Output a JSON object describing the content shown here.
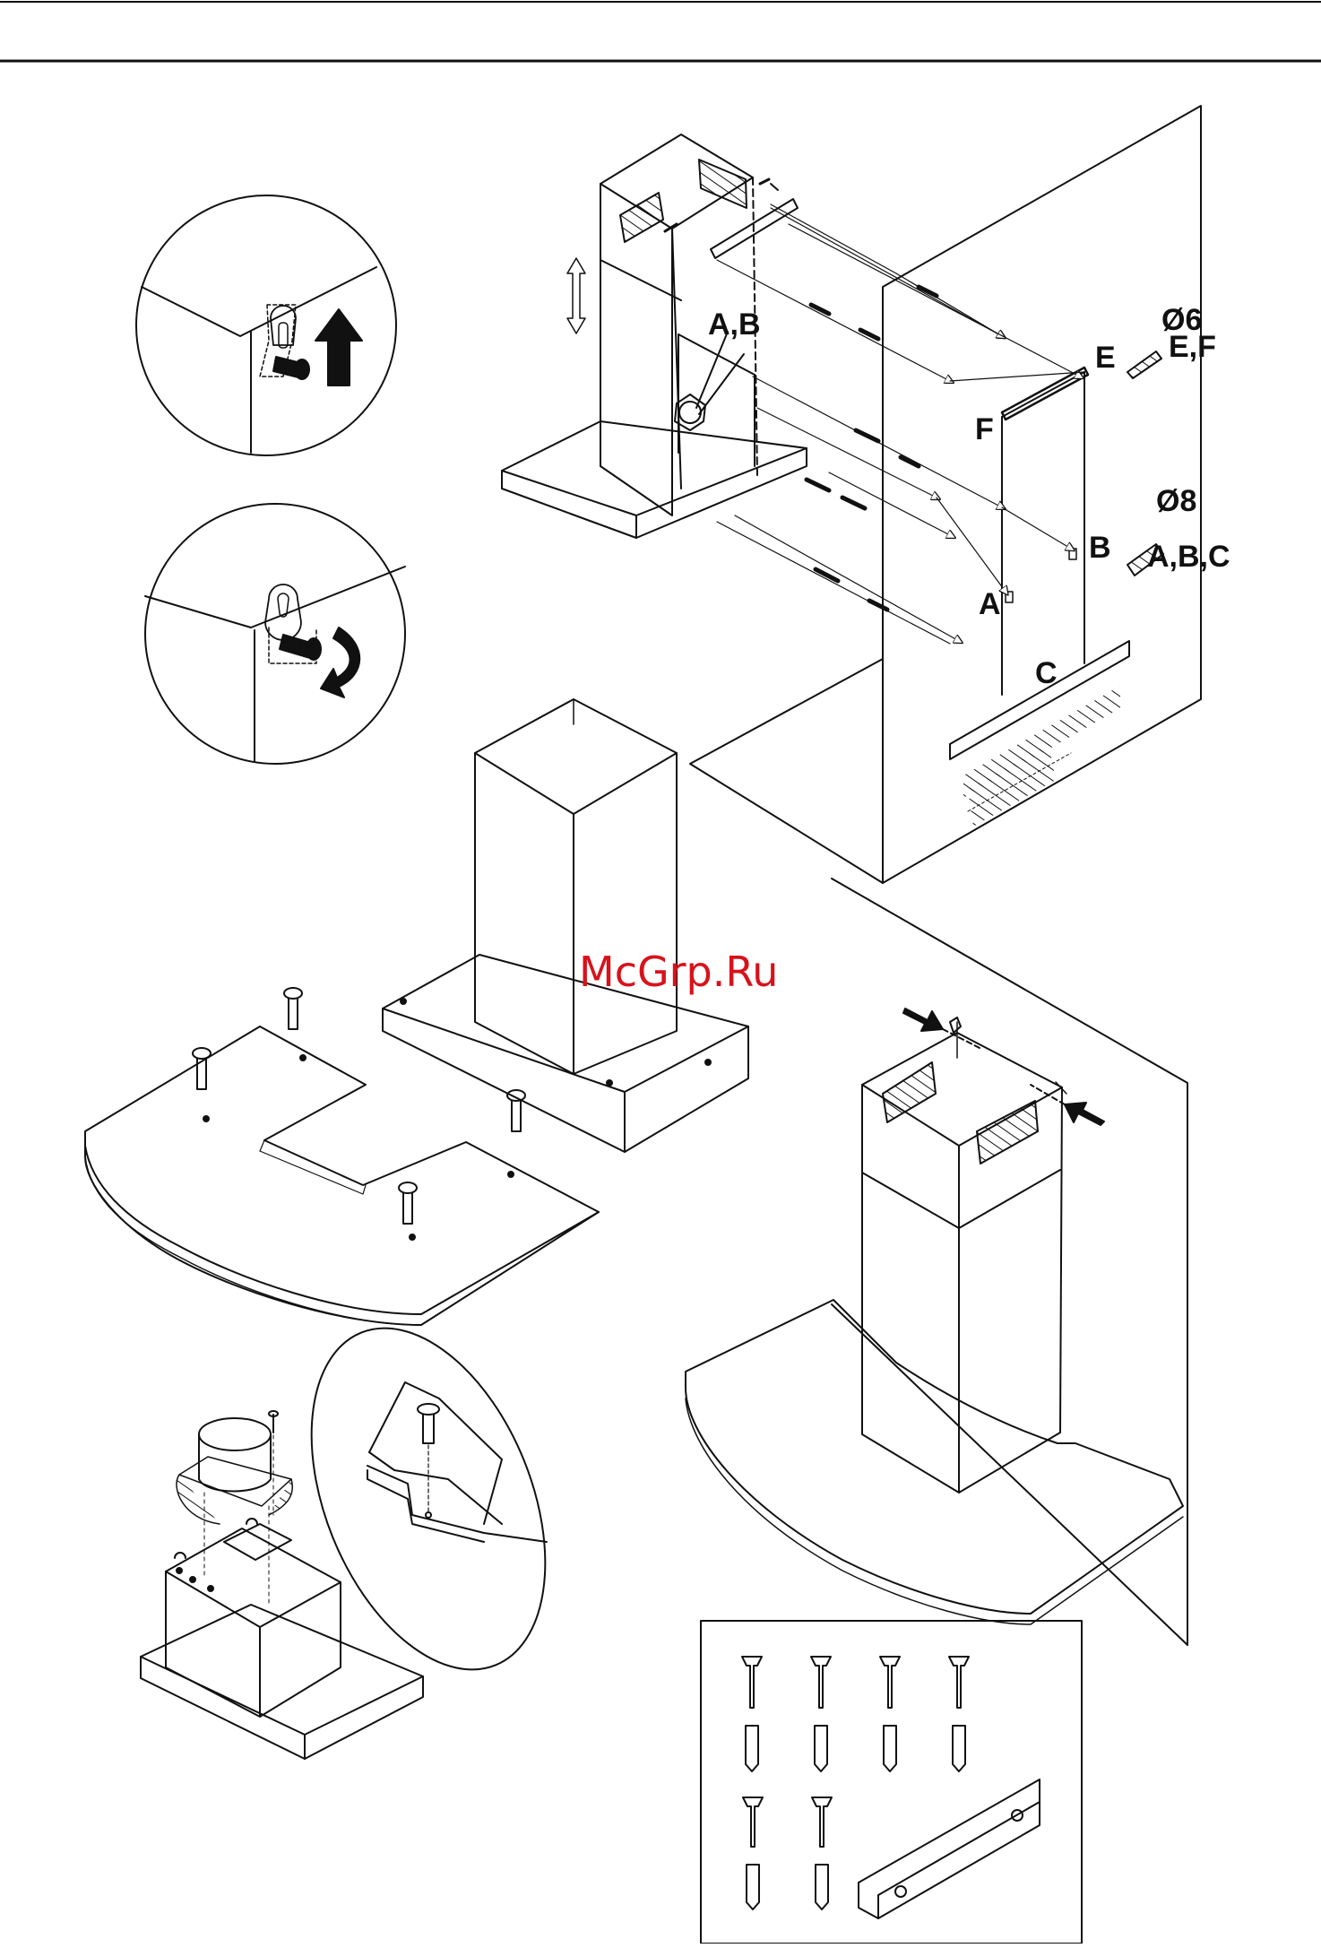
{
  "watermark": "McGrp.Ru",
  "colors": {
    "line": "#111111",
    "watermark": "#d8121b",
    "paper": "#ffffff"
  },
  "labels": {
    "ab_top": "A,B",
    "e": "E",
    "f": "F",
    "a": "A",
    "b": "B",
    "c": "C",
    "dia6": "Ø6",
    "ef": "E,F",
    "dia8": "Ø8",
    "abc": "A,B,C"
  }
}
